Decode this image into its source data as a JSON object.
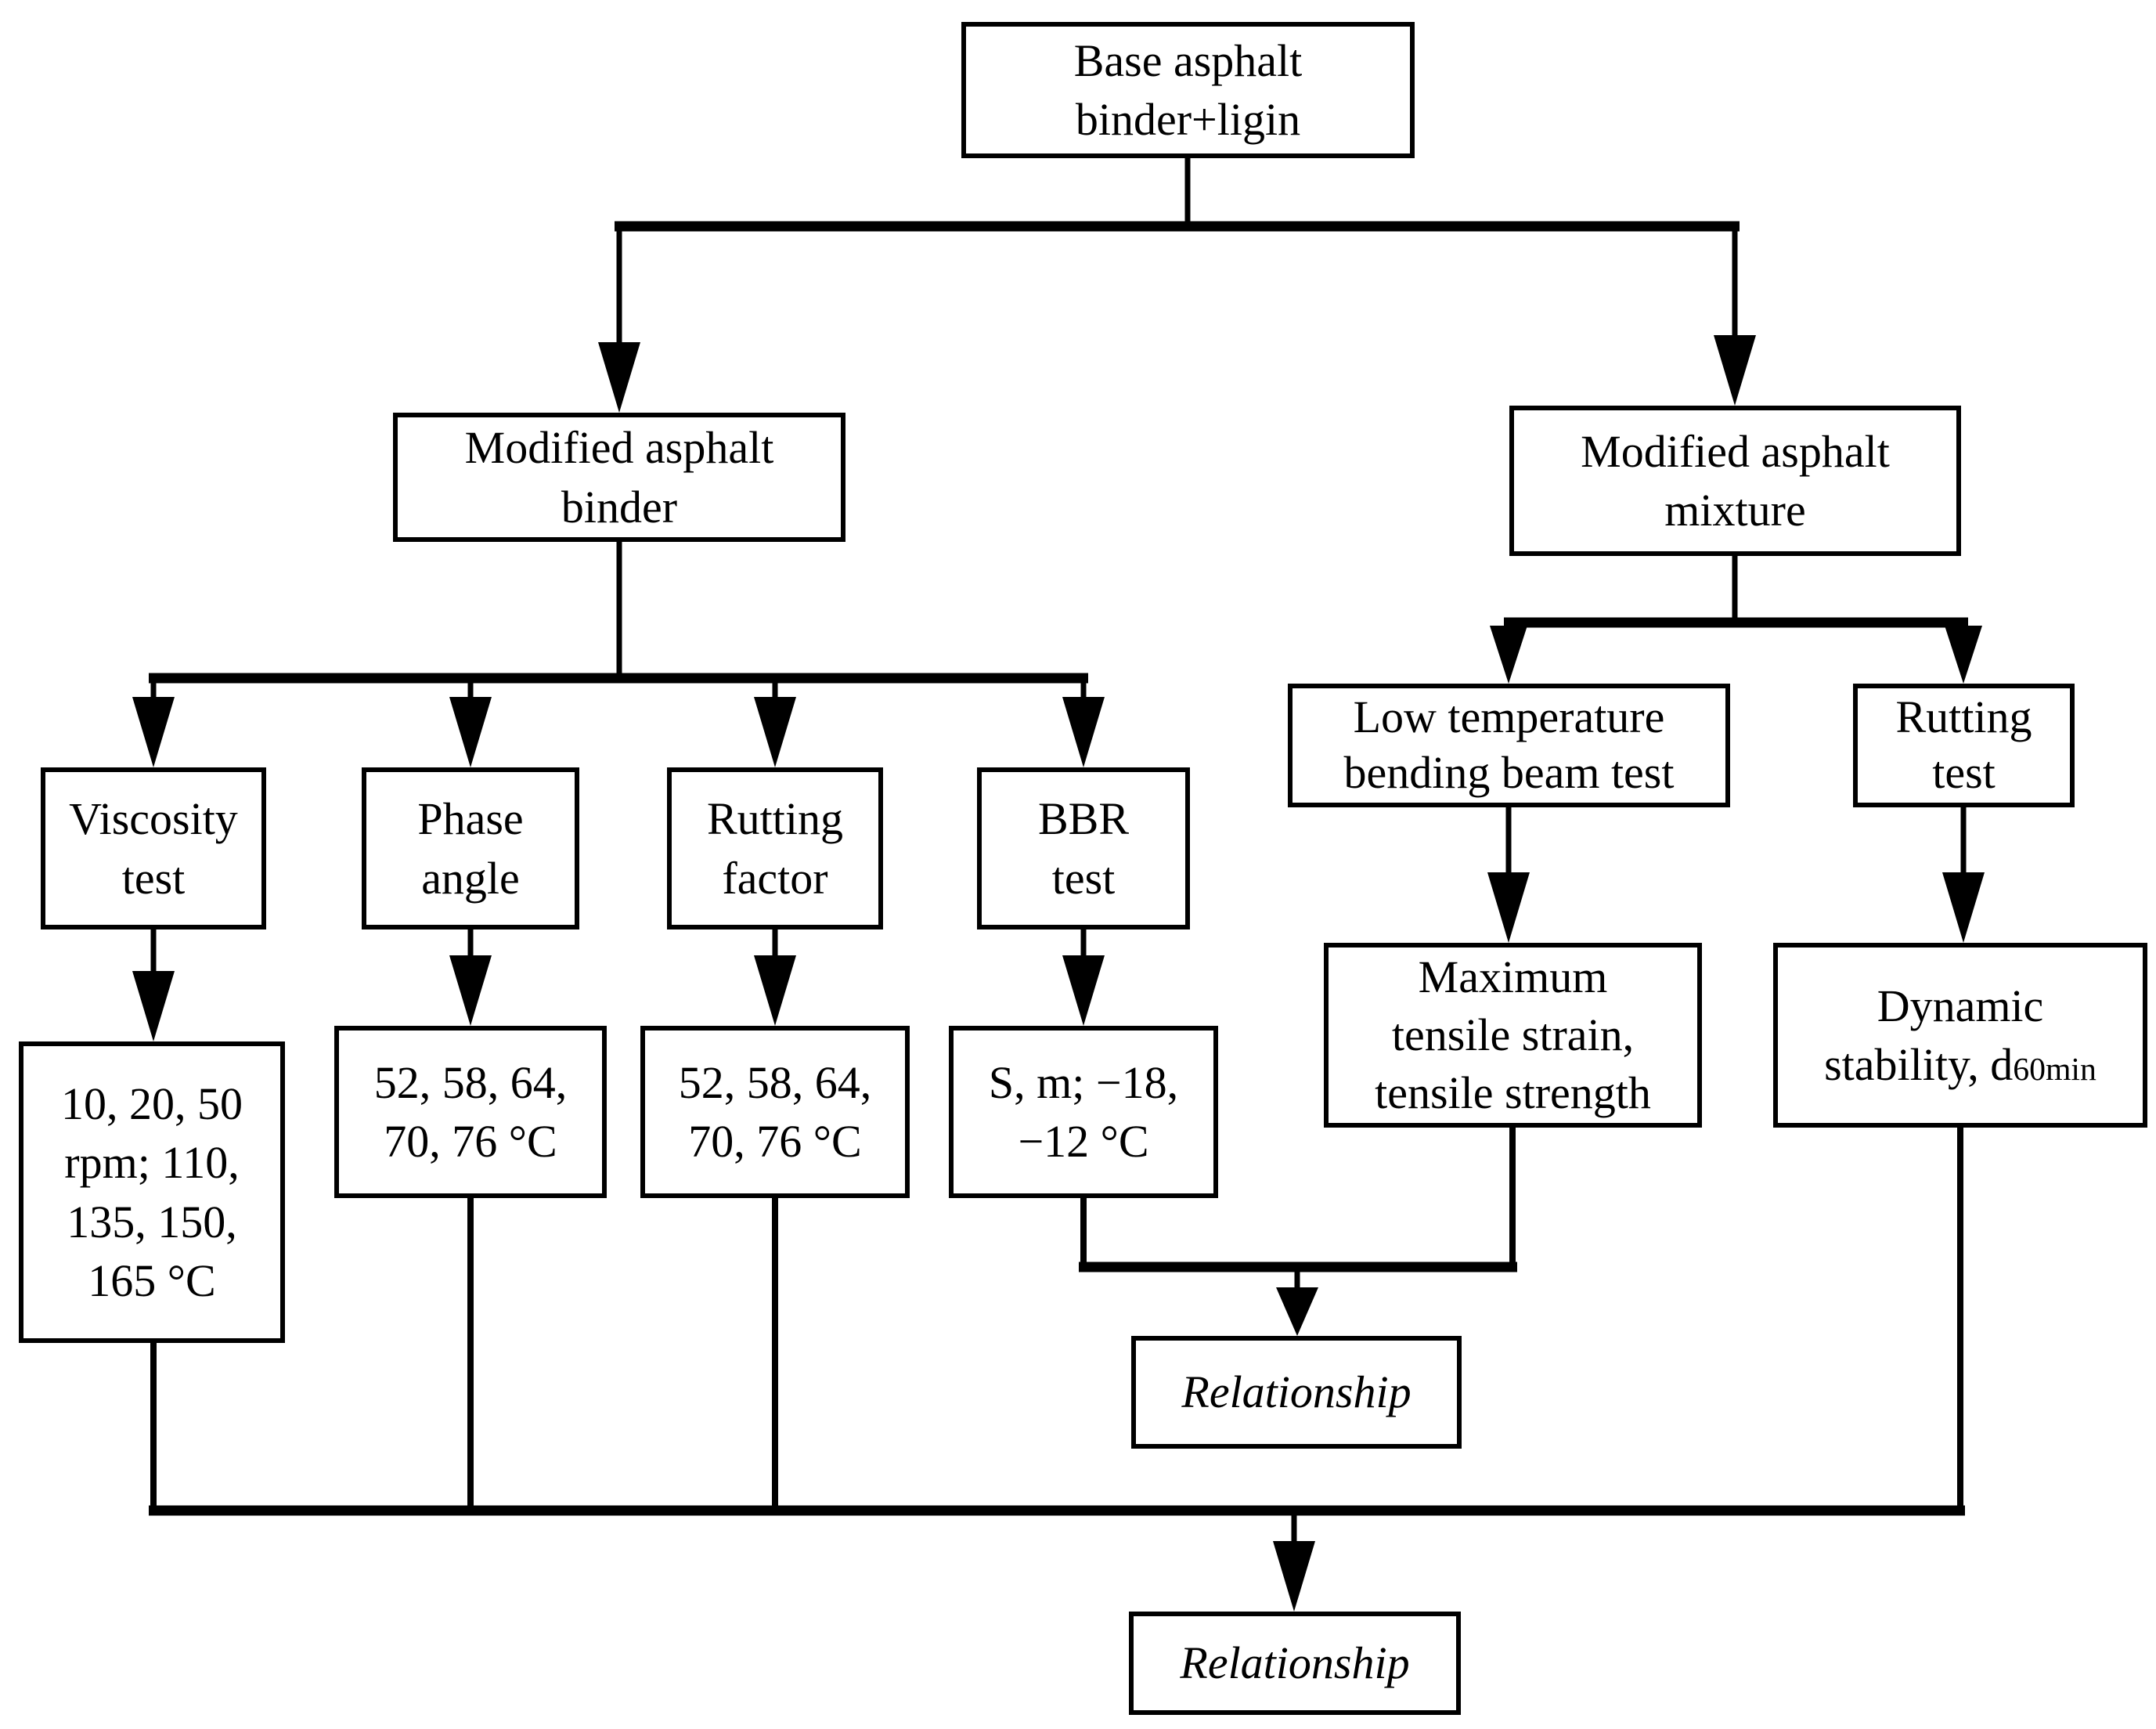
{
  "diagram": {
    "title": "Asphalt binder and mixture testing flowchart",
    "background_color": "#ffffff",
    "line_color": "#000000",
    "text_color": "#000000",
    "nodes": {
      "base": {
        "label": "Base asphalt\nbinder+ligin"
      },
      "modified_binder": {
        "label": "Modified asphalt\nbinder"
      },
      "modified_mixture": {
        "label": "Modified asphalt\nmixture"
      },
      "viscosity_test": {
        "label": "Viscosity\ntest"
      },
      "phase_angle": {
        "label": "Phase\nangle"
      },
      "rutting_factor": {
        "label": "Rutting\nfactor"
      },
      "bbr_test": {
        "label": "BBR\ntest"
      },
      "low_temp_bending_beam_test": {
        "label": "Low temperature\nbending beam test"
      },
      "rutting_test": {
        "label": "Rutting\ntest"
      },
      "viscosity_params": {
        "label": "10, 20, 50\nrpm; 110,\n135, 150,\n165 °C"
      },
      "phase_angle_params": {
        "label": "52, 58, 64,\n70, 76 °C"
      },
      "rutting_factor_params": {
        "label": "52, 58, 64,\n70, 76 °C"
      },
      "bbr_params": {
        "label": "S, m; −18,\n−12 °C"
      },
      "max_tensile": {
        "label": "Maximum\ntensile strain,\ntensile strength"
      },
      "dynamic_stability": {
        "label": "Dynamic\nstability, d",
        "subscript": "60min"
      },
      "relationship_mid": {
        "label": "Relationship"
      },
      "relationship_bottom": {
        "label": "Relationship"
      }
    }
  }
}
